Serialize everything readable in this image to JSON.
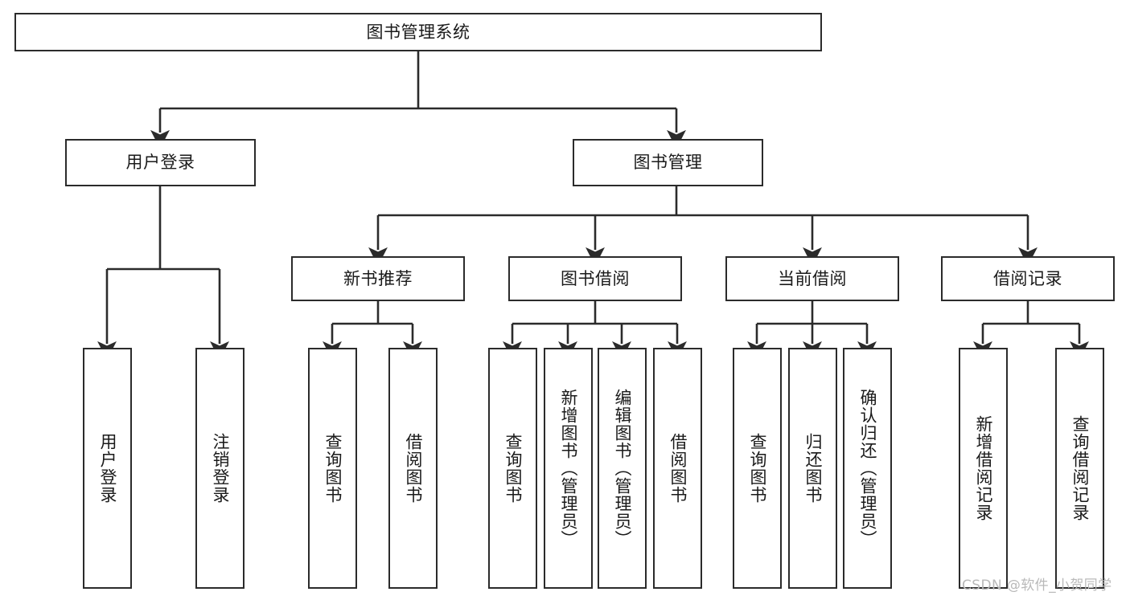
{
  "diagram": {
    "title": "图书管理系统",
    "watermark": "CSDN @软件_小贺同学",
    "colors": {
      "background": "#ffffff",
      "box_border": "#2b2b2b",
      "box_fill": "#ffffff",
      "text": "#1a1a1a",
      "edge": "#2b2b2b",
      "watermark": "#b9b9b9"
    },
    "nodes": {
      "root": {
        "label": "图书管理系统"
      },
      "level1": [
        {
          "id": "user-login",
          "label": "用户登录"
        },
        {
          "id": "book-manage",
          "label": "图书管理"
        }
      ],
      "level2": [
        {
          "id": "new-book-recommend",
          "label": "新书推荐"
        },
        {
          "id": "book-borrow",
          "label": "图书借阅"
        },
        {
          "id": "current-borrow",
          "label": "当前借阅"
        },
        {
          "id": "borrow-record",
          "label": "借阅记录"
        }
      ],
      "leaves": {
        "user_login": [
          {
            "id": "leaf-user-login",
            "label": "用户登录"
          },
          {
            "id": "leaf-logout-login",
            "label": "注销登录"
          }
        ],
        "new_book_recommend": [
          {
            "id": "leaf-query-book-1",
            "label": "查询图书"
          },
          {
            "id": "leaf-borrow-book-1",
            "label": "借阅图书"
          }
        ],
        "book_borrow": [
          {
            "id": "leaf-query-book-2",
            "label": "查询图书"
          },
          {
            "id": "leaf-add-book",
            "label": "新增图书（管理员）"
          },
          {
            "id": "leaf-edit-book",
            "label": "编辑图书（管理员）"
          },
          {
            "id": "leaf-borrow-book-2",
            "label": "借阅图书"
          }
        ],
        "current_borrow": [
          {
            "id": "leaf-query-book-3",
            "label": "查询图书"
          },
          {
            "id": "leaf-return-book",
            "label": "归还图书"
          },
          {
            "id": "leaf-confirm-return",
            "label": "确认归还（管理员）"
          }
        ],
        "borrow_record": [
          {
            "id": "leaf-add-record",
            "label": "新增借阅记录"
          },
          {
            "id": "leaf-query-record",
            "label": "查询借阅记录"
          }
        ]
      }
    }
  }
}
